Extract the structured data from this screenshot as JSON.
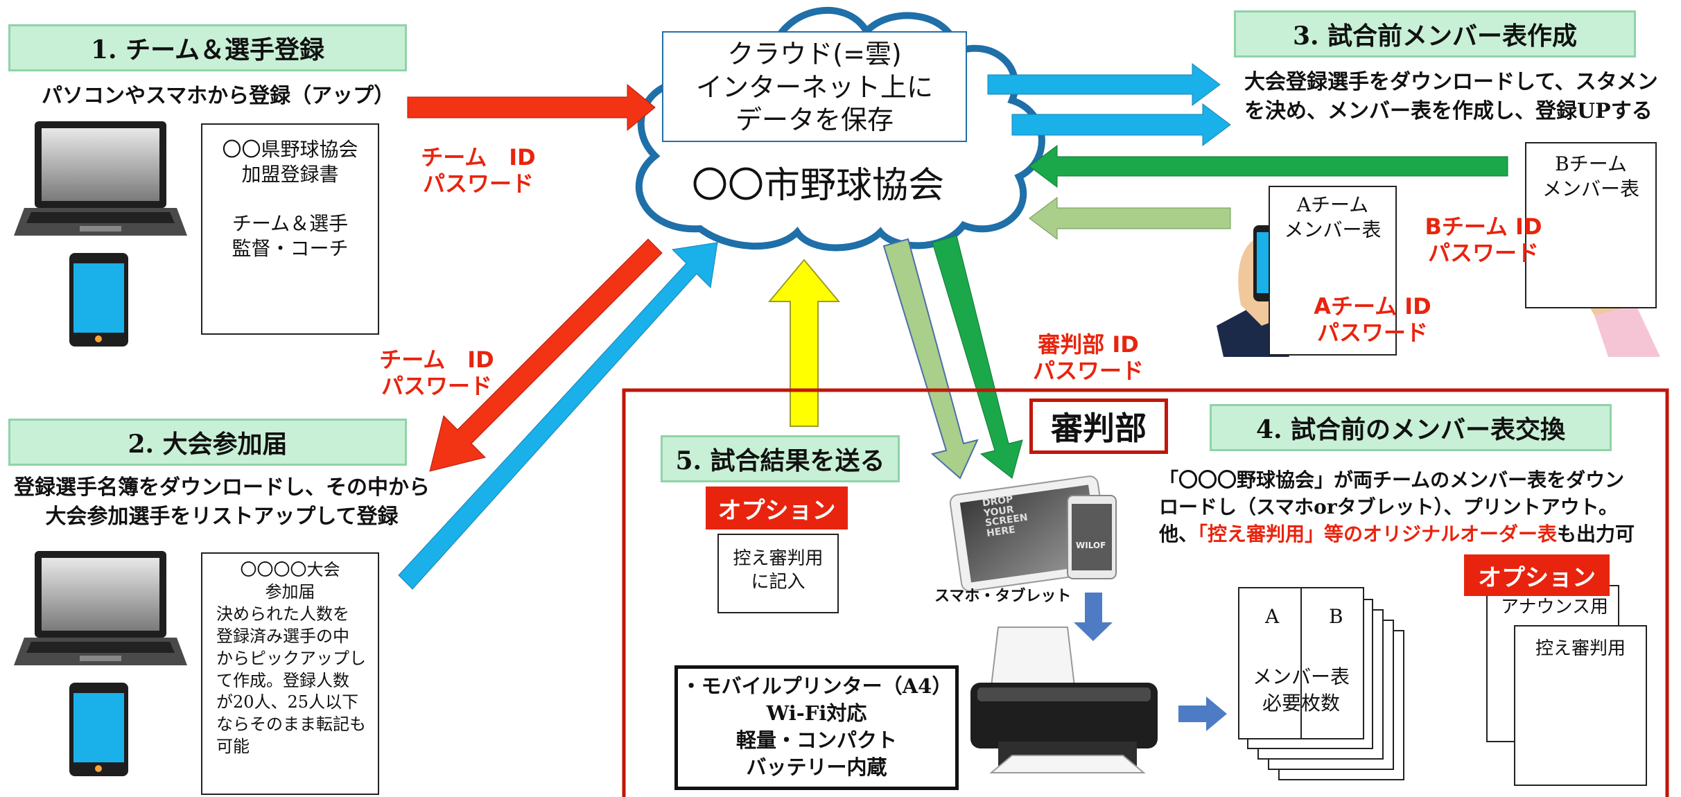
{
  "cloud": {
    "box_line1": "クラウド(=雲)",
    "box_line2": "インターネット上に",
    "box_line3": "データを保存",
    "org": "〇〇市野球協会"
  },
  "step1": {
    "title": "1. チーム＆選手登録",
    "subtitle": "パソコンやスマホから登録（アップ）",
    "doc_line1": "〇〇県野球協会",
    "doc_line2": "加盟登録書",
    "doc_line3": "チーム＆選手",
    "doc_line4": "監督・コーチ",
    "cred_line1": "チーム　ID",
    "cred_line2": "パスワード"
  },
  "step2": {
    "title": "2. 大会参加届",
    "desc_line1": "登録選手名簿をダウンロードし、その中から",
    "desc_line2": "大会参加選手をリストアップして登録",
    "doc_line1": "〇〇〇〇大会",
    "doc_line2": "参加届",
    "doc_line3": "決められた人数を",
    "doc_line4": "登録済み選手の中",
    "doc_line5": "からピックアップし",
    "doc_line6": "て作成。登録人数",
    "doc_line7": "が20人、25人以下",
    "doc_line8": "ならそのまま転記も",
    "doc_line9": "可能",
    "cred_line1": "チーム　ID",
    "cred_line2": "パスワード"
  },
  "step3": {
    "title": "3. 試合前メンバー表作成",
    "desc_line1": "大会登録選手をダウンロードして、スタメン",
    "desc_line2": "を決め、メンバー表を作成し、登録UPする",
    "doc_a_line1": "Aチーム",
    "doc_a_line2": "メンバー表",
    "doc_b_line1": "Bチーム",
    "doc_b_line2": "メンバー表",
    "cred_a_line1": "Aチーム ID",
    "cred_a_line2": "パスワード",
    "cred_b_line1": "Bチーム ID",
    "cred_b_line2": "パスワード"
  },
  "referee": {
    "cred_line1": "審判部 ID",
    "cred_line2": "パスワード",
    "section_label": "審判部"
  },
  "step4": {
    "title": "4. 試合前のメンバー表交換",
    "desc_line1": "「〇〇〇野球協会」が両チームのメンバー表をダウン",
    "desc_line2": "ロードし（スマホorタブレット）、プリントアウト。",
    "desc_line3_prefix": "他、",
    "desc_line3_red": "「控え審判用」等のオリジナルオーダー表",
    "desc_line3_suffix": "も出力可",
    "device_label": "スマホ・タブレット",
    "sheet_col_a": "A",
    "sheet_col_b": "B",
    "sheet_line1": "メンバー表",
    "sheet_line2": "必要枚数",
    "option_label": "オプション",
    "announce_label": "アナウンス用",
    "reserve_label": "控え審判用"
  },
  "step5": {
    "title": "5. 試合結果を送る",
    "option_label": "オプション",
    "doc_line1": "控え審判用",
    "doc_line2": "に記入"
  },
  "printer": {
    "line1": "・モバイルプリンター（A4）",
    "line2": "Wi-Fi対応",
    "line3": "軽量・コンパクト",
    "line4": "バッテリー内蔵"
  },
  "tablet_screen_text": {
    "line1": "DROP",
    "line2": "YOUR",
    "line3": "SCREEN",
    "line4": "HERE",
    "phone_line": "WILOF"
  },
  "colors": {
    "red_arrow": "#f23314",
    "blue_arrow": "#1ab0ea",
    "green_arrow": "#1aa84a",
    "lightgreen_arrow": "#a9cf8a",
    "yellow_arrow": "#ffff00",
    "header_bg": "#c8f0d6",
    "frame_red": "#c0170a",
    "cloud_outline": "#1f6fa8"
  }
}
